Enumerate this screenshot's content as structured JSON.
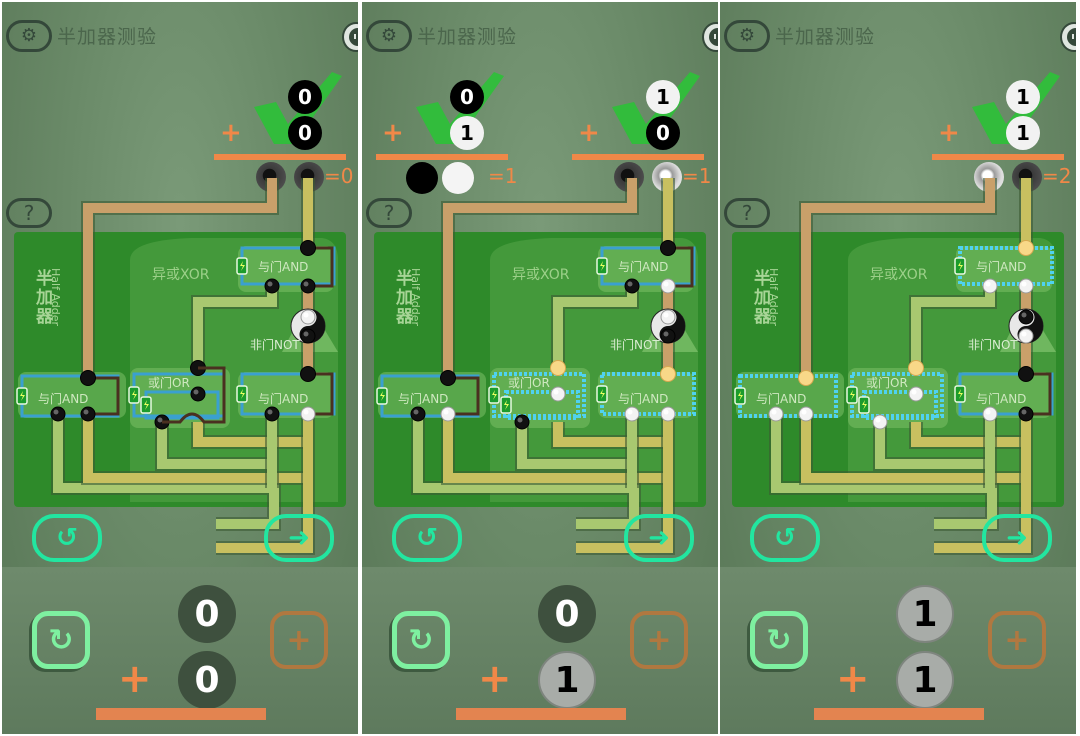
{
  "app": {
    "title": "半加器测验",
    "help_label": "?",
    "settings_icon": "gear-icon",
    "robot_icon": "robot-face-icon"
  },
  "colors": {
    "accent_orange": "#f08848",
    "check_green": "#2fbf3a",
    "button_cyan": "#22e6a0",
    "board_green": "#2e8a2a",
    "wire_tan": "#c9a06a",
    "wire_olive": "#c8c060",
    "wire_lime": "#a8c870",
    "active_wire": "#4fd2f0"
  },
  "board": {
    "half_adder_cn": "半加器",
    "half_adder_en": "Half Adder",
    "xor_label": "异或XOR",
    "not_label": "非门NOT",
    "and_label": "与门AND",
    "or_label": "或门OR"
  },
  "panels": [
    {
      "history": [
        {
          "a": "0",
          "b": "0",
          "carry": "0",
          "sum": "0",
          "result_text": "=0",
          "correct": true
        }
      ],
      "inputs": {
        "a": "0",
        "b": "0"
      },
      "controls": {
        "plus_sign": "+",
        "reset_icon": "rotate-icon",
        "add_icon": "plus-icon",
        "retry_icon": "undo-icon",
        "next_icon": "arrow-right-icon"
      }
    },
    {
      "history": [
        {
          "a": "0",
          "b": "1",
          "carry": "0",
          "sum": "1",
          "result_text": "=1",
          "correct": true
        },
        {
          "a": "1",
          "b": "0",
          "carry": "0",
          "sum": "1",
          "result_text": "=1",
          "correct": true
        }
      ],
      "inputs": {
        "a": "0",
        "b": "1"
      },
      "controls": {
        "plus_sign": "+",
        "reset_icon": "rotate-icon",
        "add_icon": "plus-icon",
        "retry_icon": "undo-icon",
        "next_icon": "arrow-right-icon"
      }
    },
    {
      "history": [
        {
          "a": "1",
          "b": "1",
          "carry": "1",
          "sum": "0",
          "result_text": "=2",
          "correct": true
        }
      ],
      "inputs": {
        "a": "1",
        "b": "1"
      },
      "controls": {
        "plus_sign": "+",
        "reset_icon": "rotate-icon",
        "add_icon": "plus-icon",
        "retry_icon": "undo-icon",
        "next_icon": "arrow-right-icon"
      }
    }
  ]
}
